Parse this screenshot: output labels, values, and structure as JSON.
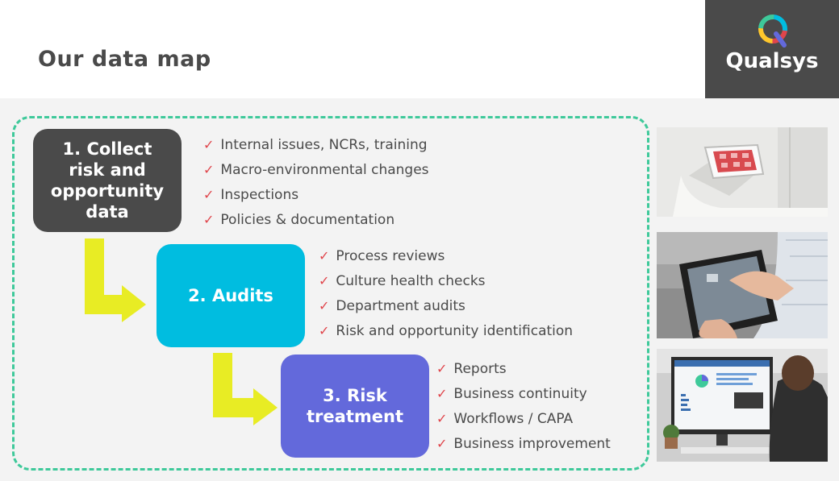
{
  "header": {
    "title": "Our data map"
  },
  "logo": {
    "text": "Qualsys",
    "colors": [
      "#e0454b",
      "#ffc72c",
      "#3ec99a",
      "#00bde0",
      "#6369db"
    ]
  },
  "steps": [
    {
      "lines": [
        "1. Collect",
        "risk and",
        "opportunity",
        "data"
      ],
      "color": "#4a4a4a"
    },
    {
      "lines": [
        "2. Audits"
      ],
      "color": "#00bde0"
    },
    {
      "lines": [
        "3. Risk",
        "treatment"
      ],
      "color": "#6369db"
    }
  ],
  "lists": [
    [
      "Internal issues, NCRs, training",
      "Macro-environmental changes",
      "Inspections",
      "Policies & documentation"
    ],
    [
      "Process reviews",
      "Culture health checks",
      "Department audits",
      "Risk and opportunity identification"
    ],
    [
      "Reports",
      "Business continuity",
      "Workflows / CAPA",
      "Business improvement"
    ]
  ],
  "tick_glyph": "✓",
  "photos": [
    "wall-mounted-tablet-kiosk",
    "hand-using-tablet",
    "person-at-dashboard-monitor"
  ],
  "accent_colors": {
    "dashed_border": "#3ec99a",
    "arrow": "#e8ec24",
    "tick": "#e0454b"
  }
}
